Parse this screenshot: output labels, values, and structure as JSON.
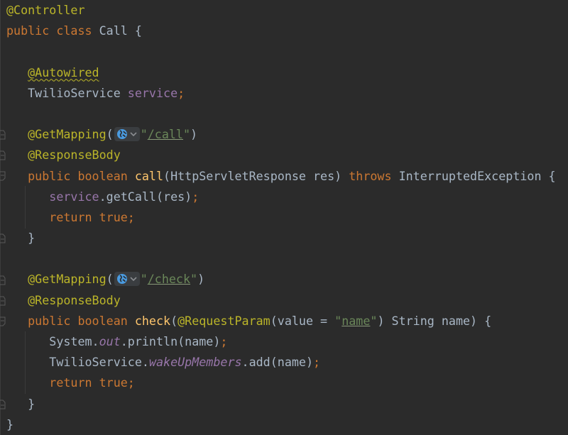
{
  "editor": {
    "language": "Java",
    "theme": {
      "background": "#2b2b2b",
      "annotation": "#bbb529",
      "keyword": "#cc7832",
      "method": "#ffc66d",
      "field": "#9876aa",
      "string": "#6a8759",
      "text": "#a9b7c6"
    },
    "lines": [
      {
        "text": "@Controller"
      },
      {
        "text": "public class Call {"
      },
      {
        "text": ""
      },
      {
        "text": "   @Autowired"
      },
      {
        "text": "   TwilioService service;"
      },
      {
        "text": ""
      },
      {
        "text": "   @GetMapping(\"/call\")"
      },
      {
        "text": "   @ResponseBody"
      },
      {
        "text": "   public boolean call(HttpServletResponse res) throws InterruptedException {"
      },
      {
        "text": "      service.getCall(res);"
      },
      {
        "text": "      return true;"
      },
      {
        "text": "   }"
      },
      {
        "text": ""
      },
      {
        "text": "   @GetMapping(\"/check\")"
      },
      {
        "text": "   @ResponseBody"
      },
      {
        "text": "   public boolean check(@RequestParam(value = \"name\") String name) {"
      },
      {
        "text": "      System.out.println(name);"
      },
      {
        "text": "      TwilioService.wakeUpMembers.add(name);"
      },
      {
        "text": "      return true;"
      },
      {
        "text": "   }"
      },
      {
        "text": "}"
      }
    ],
    "tokens": {
      "l1_ann": "@Controller",
      "l2_kw": "public class ",
      "l2_txt": "Call {",
      "l4_ann": "@Autowired",
      "l5_type": "TwilioService ",
      "l5_field": "service",
      "l5_semi": ";",
      "l7_ann": "@GetMapping",
      "l7_open": "(",
      "l7_q1": "\"",
      "l7_path": "/call",
      "l7_q2": "\"",
      "l7_close": ")",
      "l8_ann": "@ResponseBody",
      "l9_kw": "public boolean ",
      "l9_fn": "call",
      "l9_params": "(HttpServletResponse res) ",
      "l9_throws": "throws",
      "l9_rest": " InterruptedException {",
      "l10_field": "service",
      "l10_rest": ".getCall(res)",
      "l10_semi": ";",
      "l11_kw": "return true",
      "l11_semi": ";",
      "l12_brace": "}",
      "l14_ann": "@GetMapping",
      "l14_open": "(",
      "l14_q1": "\"",
      "l14_path": "/check",
      "l14_q2": "\"",
      "l14_close": ")",
      "l15_ann": "@ResponseBody",
      "l16_kw": "public boolean ",
      "l16_fn": "check",
      "l16_open": "(",
      "l16_ann": "@RequestParam",
      "l16_p1": "(value = ",
      "l16_q1": "\"",
      "l16_val": "name",
      "l16_q2": "\"",
      "l16_rest": ") String name) {",
      "l17_a": "System.",
      "l17_field": "out",
      "l17_b": ".println(name)",
      "l17_semi": ";",
      "l18_a": "TwilioService.",
      "l18_field": "wakeUpMembers",
      "l18_b": ".add(name)",
      "l18_semi": ";",
      "l19_kw": "return true",
      "l19_semi": ";",
      "l20_brace": "}",
      "l21_brace": "}"
    },
    "inlay_hints": [
      {
        "line": 7,
        "icon": "globe-icon",
        "dropdown": "chevron-down-icon"
      },
      {
        "line": 14,
        "icon": "globe-icon",
        "dropdown": "chevron-down-icon"
      }
    ],
    "fold_markers": [
      7,
      8,
      9,
      12,
      14,
      15,
      16,
      20
    ]
  }
}
